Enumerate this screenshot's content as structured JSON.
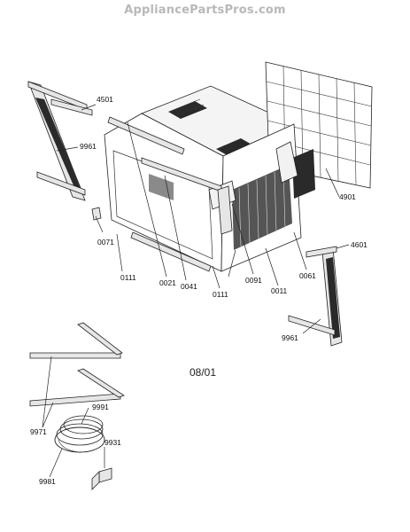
{
  "watermark": "AppliancePartsPros.com",
  "date_code": "08/01",
  "part_labels": [
    {
      "id": "l4501",
      "text": "4501"
    },
    {
      "id": "l9961a",
      "text": "9961"
    },
    {
      "id": "l4901",
      "text": "4901"
    },
    {
      "id": "l0071",
      "text": "0071"
    },
    {
      "id": "l0111a",
      "text": "0111"
    },
    {
      "id": "l0021",
      "text": "0021"
    },
    {
      "id": "l0041",
      "text": "0041"
    },
    {
      "id": "l0111b",
      "text": "0111"
    },
    {
      "id": "l0091",
      "text": "0091"
    },
    {
      "id": "l0011",
      "text": "0011"
    },
    {
      "id": "l0061",
      "text": "0061"
    },
    {
      "id": "l4601",
      "text": "4601"
    },
    {
      "id": "l9961b",
      "text": "9961"
    },
    {
      "id": "l9971",
      "text": "9971"
    },
    {
      "id": "l9991",
      "text": "9991"
    },
    {
      "id": "l9931",
      "text": "9931"
    },
    {
      "id": "l9981",
      "text": "9981"
    }
  ]
}
